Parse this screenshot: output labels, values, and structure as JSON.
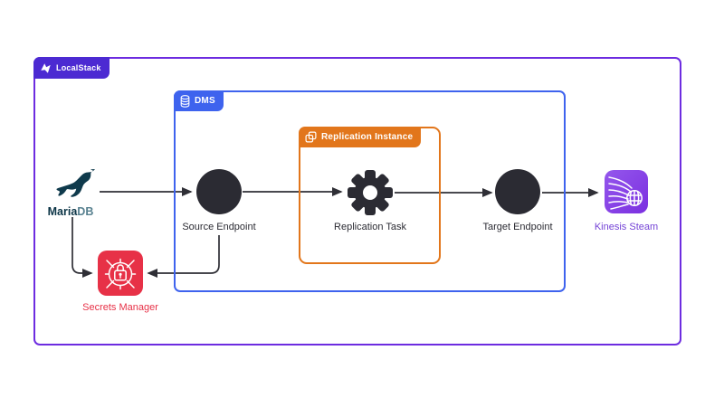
{
  "containers": {
    "localstack": {
      "label": "LocalStack"
    },
    "dms": {
      "label": "DMS"
    },
    "replication_instance": {
      "label": "Replication Instance"
    }
  },
  "nodes": {
    "mariadb": {
      "label_part1": "Maria",
      "label_part2": "DB"
    },
    "source_endpoint": {
      "label": "Source Endpoint"
    },
    "replication_task": {
      "label": "Replication Task"
    },
    "target_endpoint": {
      "label": "Target Endpoint"
    },
    "kinesis_stream": {
      "label": "Kinesis Steam"
    },
    "secrets_manager": {
      "label": "Secrets Manager"
    }
  },
  "colors": {
    "localstack_border": "#6d2ce0",
    "localstack_badge_bg": "#4c2ad2",
    "dms_accent": "#3e63ee",
    "replication_accent": "#e2761b",
    "node_dark": "#2b2b33",
    "secrets_red": "#e73147",
    "kinesis_purple_1": "#9457ec",
    "kinesis_purple_2": "#7b2fe0",
    "kinesis_label": "#7443d6",
    "mariadb_dark": "#0b3446",
    "mariadb_teal": "#57808f",
    "arrow": "#2f2f36"
  }
}
